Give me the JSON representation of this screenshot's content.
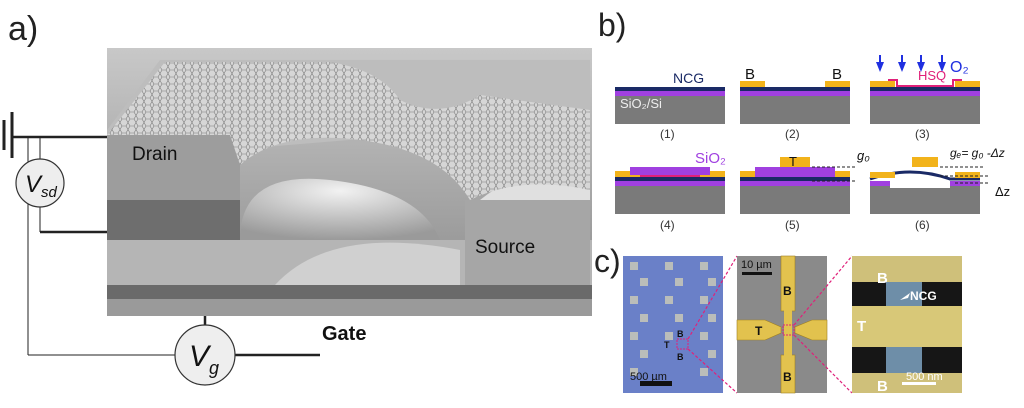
{
  "panel_a": {
    "label": "a)",
    "drain": "Drain",
    "source": "Source",
    "gate": "Gate",
    "vsd_main": "V",
    "vsd_sub": "sd",
    "vg_main": "V",
    "vg_sub": "g"
  },
  "panel_b": {
    "label": "b)",
    "ncg": "NCG",
    "substrate": "SiO₂/Si",
    "b_left": "B",
    "b_right": "B",
    "hsq": "HSQ",
    "o2": "O₂",
    "sio2": "SiO₂",
    "t": "T",
    "g0": "g₀",
    "ge": "gₑ= g₀ -Δz",
    "dz": "Δz",
    "steps": [
      "(1)",
      "(2)",
      "(3)",
      "(4)",
      "(5)",
      "(6)"
    ]
  },
  "panel_c": {
    "label": "c)",
    "img1": {
      "b_top": "B",
      "t": "T",
      "b_bottom": "B",
      "scale": "500 µm"
    },
    "img2": {
      "b_top": "B",
      "t": "T",
      "b_bottom": "B",
      "scale": "10 µm"
    },
    "img3": {
      "b_top": "B",
      "t": "T",
      "b_bottom": "B",
      "ncg": "NCG",
      "scale": "500 nm"
    }
  },
  "colors": {
    "gold": "#f2b31b",
    "purple": "#a040e0",
    "navy": "#1a2a66",
    "gray": "#7a7a7a",
    "magenta": "#e0207a",
    "blue": "#2030e0"
  }
}
